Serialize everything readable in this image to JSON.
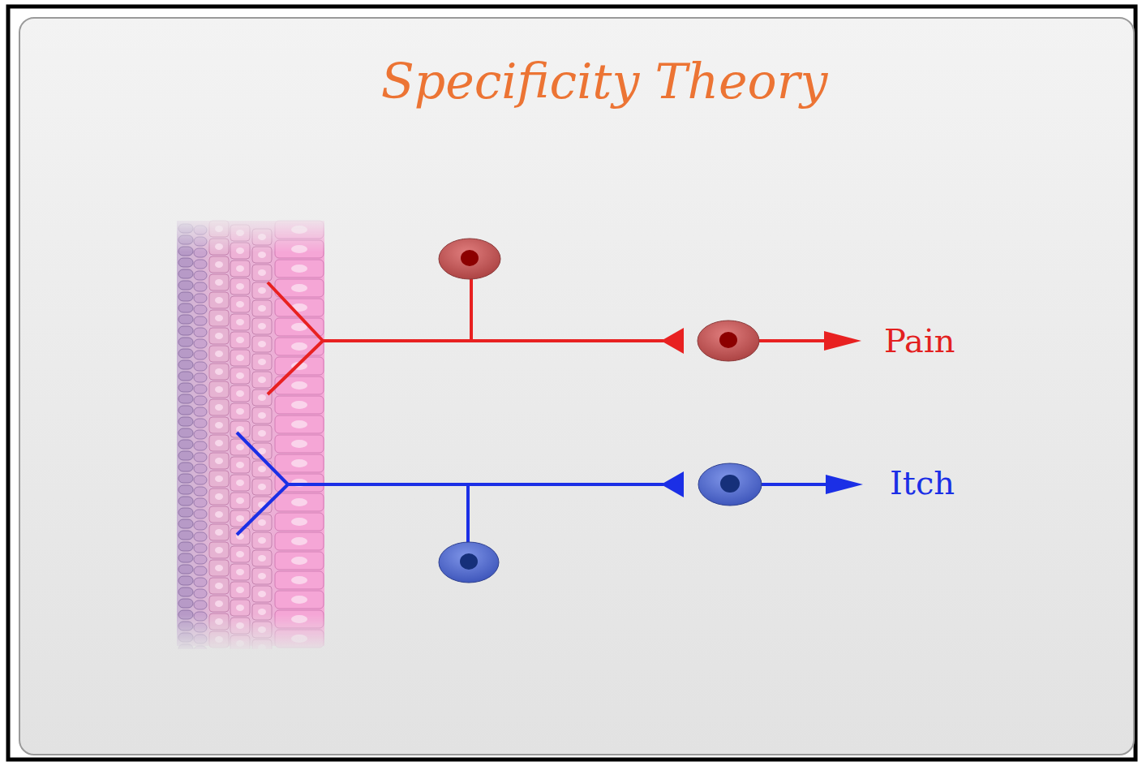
{
  "diagram": {
    "title": "Specificity Theory",
    "labels": [
      "Pain",
      "Itch"
    ]
  }
}
